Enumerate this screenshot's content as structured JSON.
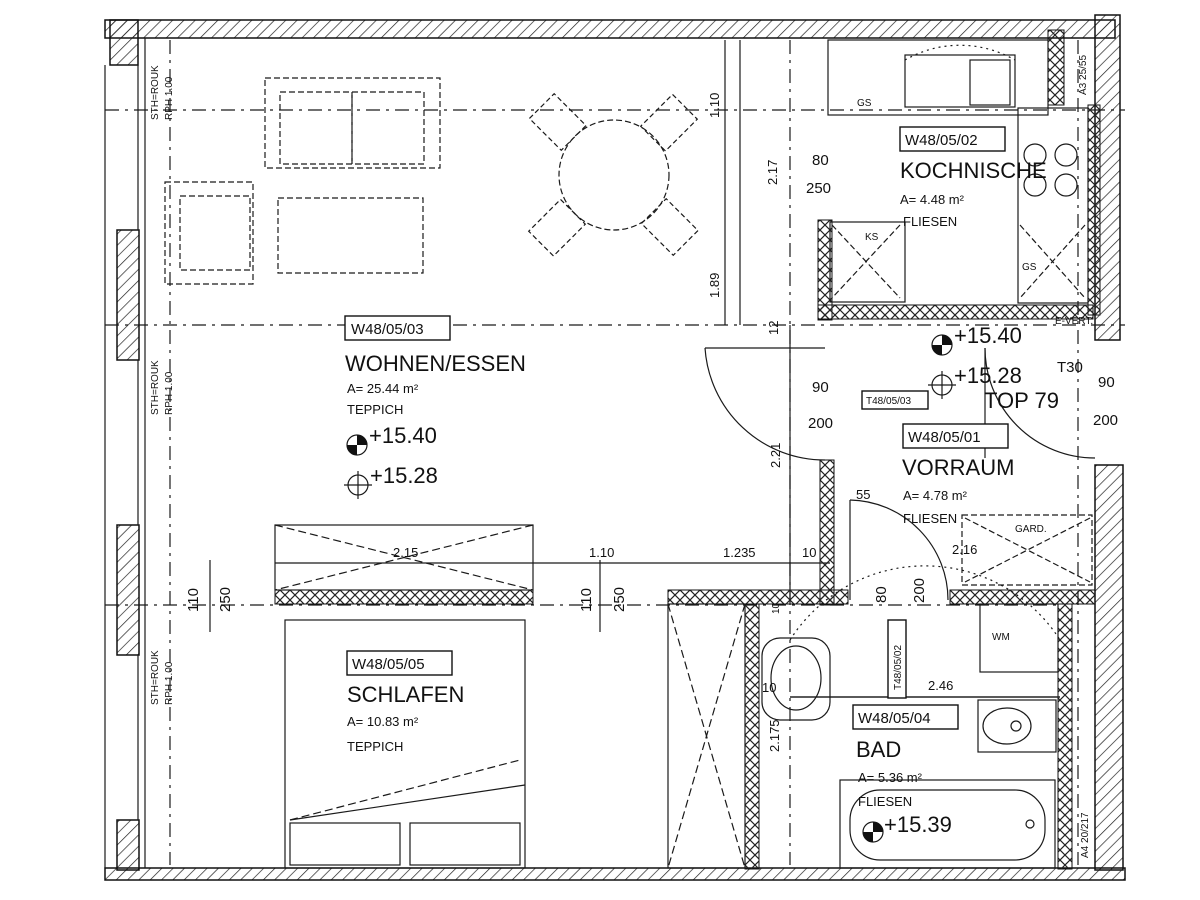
{
  "rooms": {
    "wohnen": {
      "id": "W48/05/03",
      "name": "WOHNEN/ESSEN",
      "area": "A= 25.44 m²",
      "floor": "TEPPICH",
      "level_top": "+15.40",
      "level_bottom": "+15.28"
    },
    "kochnische": {
      "id": "W48/05/02",
      "name": "KOCHNISCHE",
      "area": "A= 4.48 m²",
      "floor": "FLIESEN"
    },
    "vorraum": {
      "id": "W48/05/01",
      "name": "VORRAUM",
      "area": "A= 4.78 m²",
      "floor": "FLIESEN",
      "level_top": "+15.40",
      "level_bottom": "+15.28"
    },
    "schlafen": {
      "id": "W48/05/05",
      "name": "SCHLAFEN",
      "area": "A= 10.83 m²",
      "floor": "TEPPICH"
    },
    "bad": {
      "id": "W48/05/04",
      "name": "BAD",
      "area": "A= 5.36 m²",
      "floor": "FLIESEN",
      "level": "+15.39"
    }
  },
  "unit": {
    "label": "TOP 79",
    "door_rating": "T30"
  },
  "door_tags": {
    "t1": "T48/05/03",
    "t2": "T48/05/02"
  },
  "fixtures": {
    "gs": "GS",
    "ks": "KS",
    "gs2": "GS",
    "gard": "GARD.",
    "wm": "WM",
    "evert": "E-VERT."
  },
  "side_notes": {
    "left1": "STH=ROUK",
    "left1b": "RPH 1.00",
    "left2": "STH=ROUK",
    "left2b": "RPH 1.00",
    "left3": "STH=ROUK",
    "left3b": "RPH 1.00",
    "right_top": "A3 25/55",
    "right_bottom": "A4 20/217"
  },
  "dimensions": {
    "d_110_top": "1.10",
    "d_217": "2.17",
    "d_189": "1.89",
    "d_12": "12",
    "d_80": "80",
    "d_250": "250",
    "d_90_a": "90",
    "d_200_a": "200",
    "d_90_b": "90",
    "d_200_b": "200",
    "d_221": "2.21",
    "d_55": "55",
    "d_216": "2.16",
    "d_215": "2.15",
    "d_110_mid": "1.10",
    "d_1235": "1.235",
    "d_10_a": "10",
    "d_110_v": "110",
    "d_250_v": "250",
    "d_110_v2": "110",
    "d_250_v2": "250",
    "d_80_v": "80",
    "d_200_v": "200",
    "d_10_b": "10",
    "d_10_c": "10",
    "d_246": "2.46",
    "d_2175": "2.175"
  }
}
